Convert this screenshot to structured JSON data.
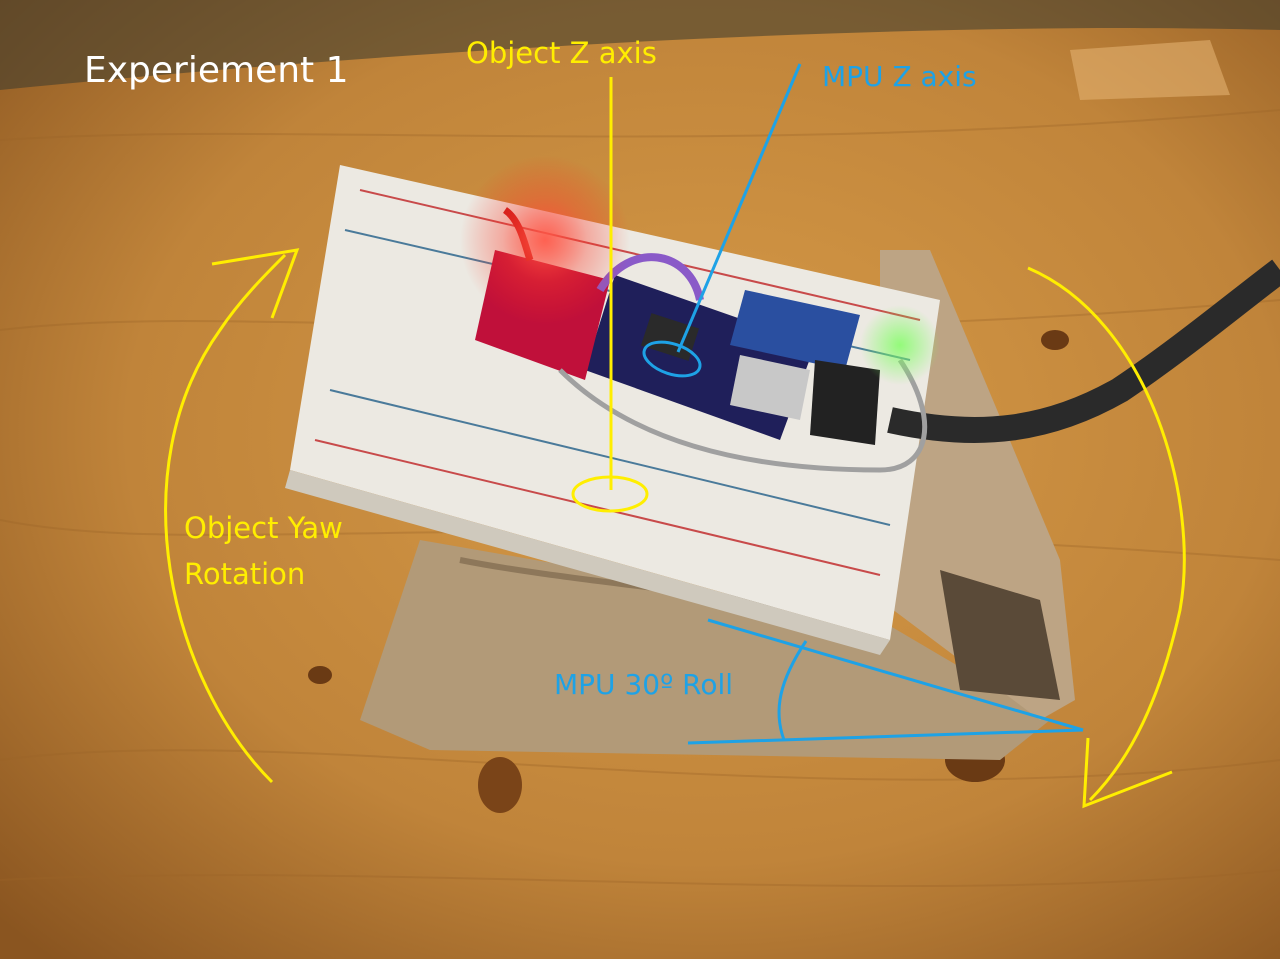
{
  "colors": {
    "yellow": "#ffee00",
    "blue": "#1ea2e6",
    "white": "#ffffff",
    "table": "#b8782e"
  },
  "labels": {
    "title": "Experiement 1",
    "object_z_axis": "Object Z axis",
    "mpu_z_axis": "MPU Z axis",
    "object_yaw_line1": "Object Yaw",
    "object_yaw_line2": "Rotation",
    "mpu_roll": "MPU 30º Roll"
  }
}
